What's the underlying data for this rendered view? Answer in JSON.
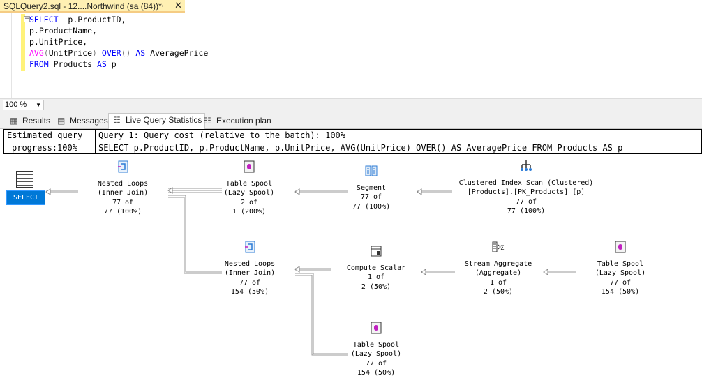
{
  "document_tab": {
    "title": "SQLQuery2.sql - 12....Northwind (sa (84))*",
    "pin_icon": "pin-icon",
    "close_icon": "close-icon"
  },
  "editor": {
    "lines": [
      {
        "parts": [
          [
            "kw",
            "SELECT"
          ],
          [
            "",
            "  p.ProductID,"
          ]
        ]
      },
      {
        "parts": [
          [
            "",
            "p.ProductName,"
          ]
        ]
      },
      {
        "parts": [
          [
            "",
            "p.UnitPrice,"
          ]
        ]
      },
      {
        "parts": [
          [
            "fn",
            "AVG"
          ],
          [
            "gr",
            "("
          ],
          [
            "",
            "UnitPrice"
          ],
          [
            "gr",
            ")"
          ],
          [
            "",
            ""
          ],
          [
            "kw",
            " OVER"
          ],
          [
            "gr",
            "()"
          ],
          [
            "kw",
            " AS"
          ],
          [
            "",
            " AveragePrice"
          ]
        ]
      },
      {
        "parts": [
          [
            "kw",
            "FROM"
          ],
          [
            "",
            " Products "
          ],
          [
            "kw",
            "AS"
          ],
          [
            "",
            " p"
          ]
        ]
      }
    ]
  },
  "zoom": {
    "value": "100 %"
  },
  "tabs": [
    {
      "label": "Results",
      "icon": "grid-icon"
    },
    {
      "label": "Messages",
      "icon": "messages-icon"
    },
    {
      "label": "Live Query Statistics",
      "icon": "live-stats-icon",
      "active": true
    },
    {
      "label": "Execution plan",
      "icon": "execution-plan-icon"
    }
  ],
  "stats": {
    "left_line1": "Estimated query",
    "left_line2": "progress:100%",
    "right_line1": "Query 1: Query cost (relative to the batch): 100%",
    "right_line2": "SELECT p.ProductID, p.ProductName, p.UnitPrice, AVG(UnitPrice) OVER() AS AveragePrice FROM Products AS p"
  },
  "plan": {
    "select_label": "SELECT",
    "nodes": [
      {
        "id": "nested-loops-1",
        "icon": "nested-loops-icon",
        "lines": [
          "Nested Loops",
          "(Inner Join)",
          "77 of",
          "77 (100%)"
        ]
      },
      {
        "id": "table-spool-1",
        "icon": "table-spool-icon",
        "lines": [
          "Table Spool",
          "(Lazy Spool)",
          "2 of",
          "1 (200%)"
        ]
      },
      {
        "id": "segment",
        "icon": "segment-icon",
        "lines": [
          "Segment",
          "77 of",
          "77 (100%)"
        ]
      },
      {
        "id": "clustered-index-scan",
        "icon": "clustered-index-scan-icon",
        "lines": [
          "Clustered Index Scan (Clustered)",
          "[Products].[PK_Products] [p]",
          "77 of",
          "77 (100%)"
        ]
      },
      {
        "id": "nested-loops-2",
        "icon": "nested-loops-icon",
        "lines": [
          "Nested Loops",
          "(Inner Join)",
          "77 of",
          "154 (50%)"
        ]
      },
      {
        "id": "compute-scalar",
        "icon": "compute-scalar-icon",
        "lines": [
          "Compute Scalar",
          "1 of",
          "2 (50%)"
        ]
      },
      {
        "id": "stream-aggregate",
        "icon": "stream-aggregate-icon",
        "lines": [
          "Stream Aggregate",
          "(Aggregate)",
          "1 of",
          "2 (50%)"
        ]
      },
      {
        "id": "table-spool-2",
        "icon": "table-spool-icon",
        "lines": [
          "Table Spool",
          "(Lazy Spool)",
          "77 of",
          "154 (50%)"
        ]
      },
      {
        "id": "table-spool-3",
        "icon": "table-spool-icon",
        "lines": [
          "Table Spool",
          "(Lazy Spool)",
          "77 of",
          "154 (50%)"
        ]
      }
    ]
  }
}
